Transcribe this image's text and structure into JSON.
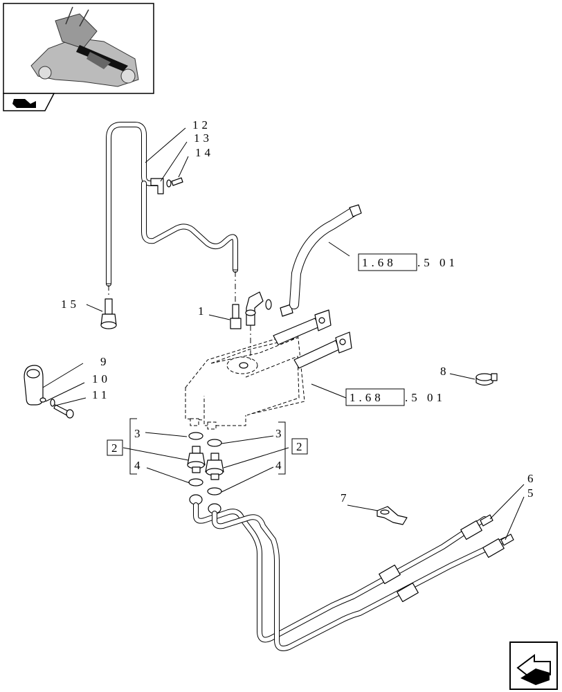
{
  "callouts": {
    "c1": "1",
    "c2_left": "2",
    "c2_right": "2",
    "c3_left": "3",
    "c3_right": "3",
    "c4_left": "4",
    "c4_right": "4",
    "c5": "5",
    "c6": "6",
    "c7": "7",
    "c8": "8",
    "c9": "9",
    "c10": "10",
    "c11": "11",
    "c12": "12",
    "c13": "13",
    "c14": "14",
    "c15": "15"
  },
  "references": {
    "ref_top_box": "1.68",
    "ref_top_suffix": ".5 01",
    "ref_mid_box": "1.68",
    "ref_mid_suffix": ".5 01"
  },
  "icons": {
    "thumbnail": "tractor-transmission-thumbnail-icon",
    "section": "section-flag-icon",
    "next_page": "next-page-arrow-icon"
  }
}
